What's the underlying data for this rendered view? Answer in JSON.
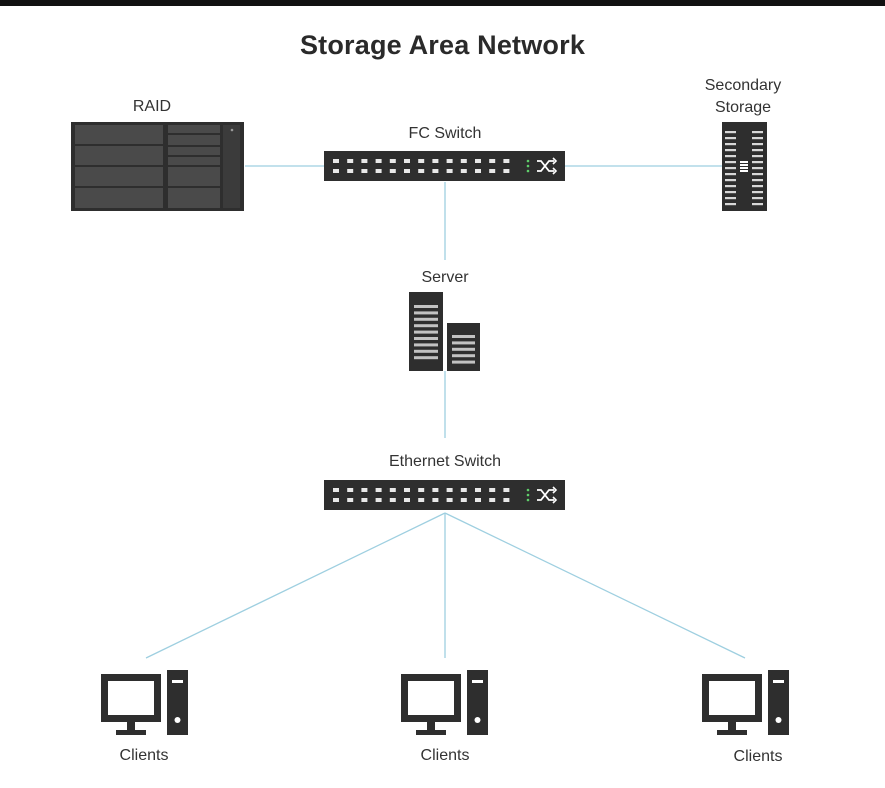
{
  "diagram": {
    "title": "Storage Area Network",
    "nodes": {
      "raid": {
        "label": "RAID",
        "icon": "raid-array-icon"
      },
      "fc_switch": {
        "label": "FC Switch",
        "icon": "network-switch-icon"
      },
      "secondary_storage": {
        "label_line1": "Secondary",
        "label_line2": "Storage",
        "icon": "storage-tower-icon"
      },
      "server": {
        "label": "Server",
        "icon": "server-icon"
      },
      "ethernet_switch": {
        "label": "Ethernet Switch",
        "icon": "network-switch-icon"
      },
      "clients": [
        {
          "label": "Clients",
          "icon": "desktop-computer-icon"
        },
        {
          "label": "Clients",
          "icon": "desktop-computer-icon"
        },
        {
          "label": "Clients",
          "icon": "desktop-computer-icon"
        }
      ]
    },
    "edges": [
      [
        "raid",
        "fc_switch"
      ],
      [
        "fc_switch",
        "secondary_storage"
      ],
      [
        "fc_switch",
        "server"
      ],
      [
        "server",
        "ethernet_switch"
      ],
      [
        "ethernet_switch",
        "client-1"
      ],
      [
        "ethernet_switch",
        "client-2"
      ],
      [
        "ethernet_switch",
        "client-3"
      ]
    ],
    "colors": {
      "device": "#2e2e2e",
      "device_bar": "#b7b7b7",
      "connector": "#9ecfe0",
      "switch_led": "#5fcf6b"
    }
  }
}
